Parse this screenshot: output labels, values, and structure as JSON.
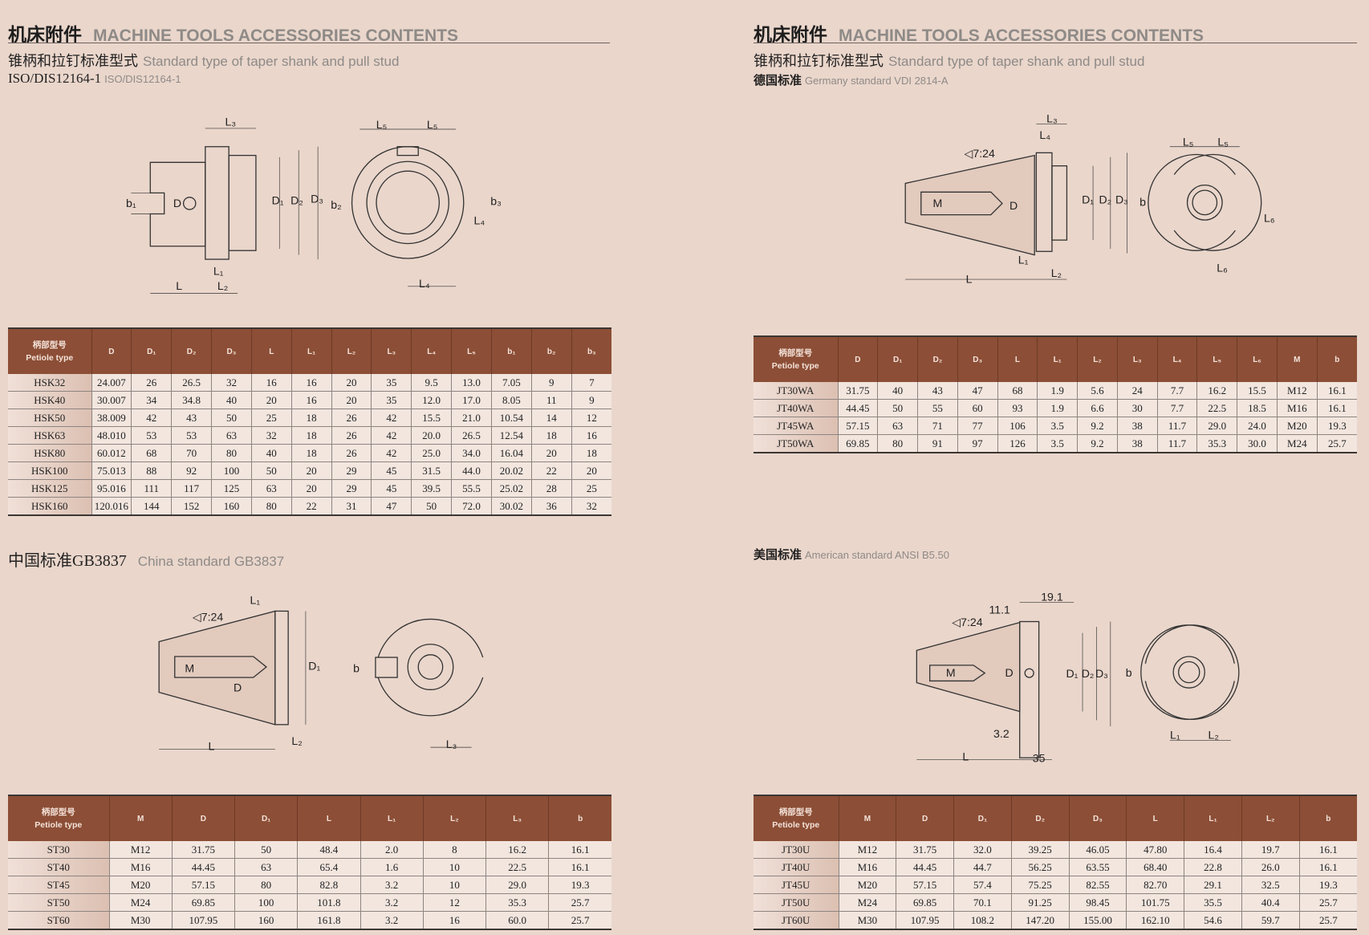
{
  "page": {
    "left": {
      "title_cn": "机床附件",
      "title_en": "MACHINE TOOLS ACCESSORIES CONTENTS",
      "subtitle_cn": "锥柄和拉钉标准型式",
      "subtitle_en": "Standard type of taper shank and pull stud",
      "standard_cn": "ISO/DIS12164-1",
      "standard_en": "ISO/DIS12164-1"
    },
    "right": {
      "title_cn": "机床附件",
      "title_en": "MACHINE TOOLS ACCESSORIES CONTENTS",
      "subtitle_cn": "锥柄和拉钉标准型式",
      "subtitle_en": "Standard type of taper shank and pull stud",
      "standard_cn": "德国标准",
      "standard_en": "Germany standard VDI 2814-A"
    },
    "china": {
      "label_cn": "中国标准GB3837",
      "label_en": "China standard GB3837"
    },
    "american": {
      "label_cn": "美国标准",
      "label_en": "American standard ANSI B5.50"
    }
  },
  "diagrams": {
    "hsk": [
      "L₃",
      "L₁",
      "L₂",
      "L",
      "b₁",
      "D",
      "D₁",
      "D₂",
      "D₃",
      "L₅",
      "L₅",
      "b₂",
      "b₃",
      "L₄",
      "L₄"
    ],
    "vdi": [
      "L₃",
      "L₄",
      "◁7:24",
      "M",
      "D",
      "D₁",
      "D₂",
      "D₃",
      "L₁",
      "L₂",
      "L",
      "L₅",
      "L₅",
      "b",
      "L₆",
      "L₆"
    ],
    "gb": [
      "L₁",
      "◁7:24",
      "M",
      "D",
      "D₁",
      "L",
      "L₂",
      "b",
      "L₃"
    ],
    "ansi": [
      "19.1",
      "11.1",
      "◁7:24",
      "M",
      "D",
      "D₁",
      "D₂",
      "D₃",
      "3.2",
      "L",
      "35",
      "b",
      "L₁",
      "L₂"
    ]
  },
  "tables": {
    "hsk": {
      "head_cn": "柄部型号",
      "head_en": "Petiole type",
      "columns": [
        "D",
        "D₁",
        "D₂",
        "D₃",
        "L",
        "L₁",
        "L₂",
        "L₃",
        "L₄",
        "L₅",
        "b₁",
        "b₂",
        "b₃"
      ],
      "rows": [
        [
          "HSK32",
          "24.007",
          "26",
          "26.5",
          "32",
          "16",
          "16",
          "20",
          "35",
          "9.5",
          "13.0",
          "7.05",
          "9",
          "7"
        ],
        [
          "HSK40",
          "30.007",
          "34",
          "34.8",
          "40",
          "20",
          "16",
          "20",
          "35",
          "12.0",
          "17.0",
          "8.05",
          "11",
          "9"
        ],
        [
          "HSK50",
          "38.009",
          "42",
          "43",
          "50",
          "25",
          "18",
          "26",
          "42",
          "15.5",
          "21.0",
          "10.54",
          "14",
          "12"
        ],
        [
          "HSK63",
          "48.010",
          "53",
          "53",
          "63",
          "32",
          "18",
          "26",
          "42",
          "20.0",
          "26.5",
          "12.54",
          "18",
          "16"
        ],
        [
          "HSK80",
          "60.012",
          "68",
          "70",
          "80",
          "40",
          "18",
          "26",
          "42",
          "25.0",
          "34.0",
          "16.04",
          "20",
          "18"
        ],
        [
          "HSK100",
          "75.013",
          "88",
          "92",
          "100",
          "50",
          "20",
          "29",
          "45",
          "31.5",
          "44.0",
          "20.02",
          "22",
          "20"
        ],
        [
          "HSK125",
          "95.016",
          "111",
          "117",
          "125",
          "63",
          "20",
          "29",
          "45",
          "39.5",
          "55.5",
          "25.02",
          "28",
          "25"
        ],
        [
          "HSK160",
          "120.016",
          "144",
          "152",
          "160",
          "80",
          "22",
          "31",
          "47",
          "50",
          "72.0",
          "30.02",
          "36",
          "32"
        ]
      ]
    },
    "vdi": {
      "head_cn": "柄部型号",
      "head_en": "Petiole type",
      "columns": [
        "D",
        "D₁",
        "D₂",
        "D₃",
        "L",
        "L₁",
        "L₂",
        "L₃",
        "L₄",
        "L₅",
        "L₆",
        "M",
        "b"
      ],
      "rows": [
        [
          "JT30WA",
          "31.75",
          "40",
          "43",
          "47",
          "68",
          "1.9",
          "5.6",
          "24",
          "7.7",
          "16.2",
          "15.5",
          "M12",
          "16.1"
        ],
        [
          "JT40WA",
          "44.45",
          "50",
          "55",
          "60",
          "93",
          "1.9",
          "6.6",
          "30",
          "7.7",
          "22.5",
          "18.5",
          "M16",
          "16.1"
        ],
        [
          "JT45WA",
          "57.15",
          "63",
          "71",
          "77",
          "106",
          "3.5",
          "9.2",
          "38",
          "11.7",
          "29.0",
          "24.0",
          "M20",
          "19.3"
        ],
        [
          "JT50WA",
          "69.85",
          "80",
          "91",
          "97",
          "126",
          "3.5",
          "9.2",
          "38",
          "11.7",
          "35.3",
          "30.0",
          "M24",
          "25.7"
        ]
      ]
    },
    "gb": {
      "head_cn": "柄部型号",
      "head_en": "Petiole type",
      "columns": [
        "M",
        "D",
        "D₁",
        "L",
        "L₁",
        "L₂",
        "L₃",
        "b"
      ],
      "rows": [
        [
          "ST30",
          "M12",
          "31.75",
          "50",
          "48.4",
          "2.0",
          "8",
          "16.2",
          "16.1"
        ],
        [
          "ST40",
          "M16",
          "44.45",
          "63",
          "65.4",
          "1.6",
          "10",
          "22.5",
          "16.1"
        ],
        [
          "ST45",
          "M20",
          "57.15",
          "80",
          "82.8",
          "3.2",
          "10",
          "29.0",
          "19.3"
        ],
        [
          "ST50",
          "M24",
          "69.85",
          "100",
          "101.8",
          "3.2",
          "12",
          "35.3",
          "25.7"
        ],
        [
          "ST60",
          "M30",
          "107.95",
          "160",
          "161.8",
          "3.2",
          "16",
          "60.0",
          "25.7"
        ]
      ]
    },
    "ansi": {
      "head_cn": "柄部型号",
      "head_en": "Petiole type",
      "columns": [
        "M",
        "D",
        "D₁",
        "D₂",
        "D₃",
        "L",
        "L₁",
        "L₂",
        "b"
      ],
      "rows": [
        [
          "JT30U",
          "M12",
          "31.75",
          "32.0",
          "39.25",
          "46.05",
          "47.80",
          "16.4",
          "19.7",
          "16.1"
        ],
        [
          "JT40U",
          "M16",
          "44.45",
          "44.7",
          "56.25",
          "63.55",
          "68.40",
          "22.8",
          "26.0",
          "16.1"
        ],
        [
          "JT45U",
          "M20",
          "57.15",
          "57.4",
          "75.25",
          "82.55",
          "82.70",
          "29.1",
          "32.5",
          "19.3"
        ],
        [
          "JT50U",
          "M24",
          "69.85",
          "70.1",
          "91.25",
          "98.45",
          "101.75",
          "35.5",
          "40.4",
          "25.7"
        ],
        [
          "JT60U",
          "M30",
          "107.95",
          "108.2",
          "147.20",
          "155.00",
          "162.10",
          "54.6",
          "59.7",
          "25.7"
        ]
      ]
    }
  },
  "colors": {
    "background": "#ead6cb",
    "header": "#8c4e36",
    "cell": "#f2e6df"
  }
}
